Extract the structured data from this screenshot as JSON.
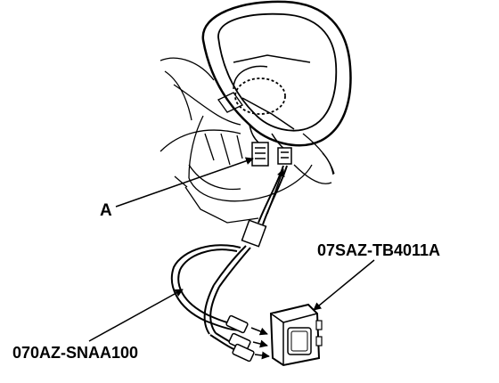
{
  "callouts": {
    "component_a": "A",
    "test_harness_tool": "07SAZ-TB4011A",
    "adapter_cable": "070AZ-SNAA100"
  },
  "colors": {
    "ink": "#000000",
    "background": "#ffffff"
  }
}
